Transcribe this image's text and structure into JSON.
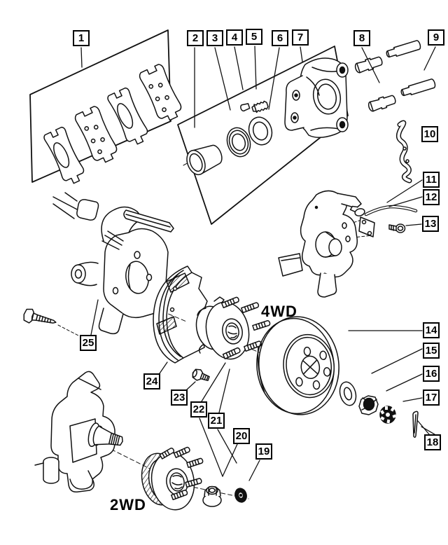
{
  "diagram": {
    "type": "exploded-parts-diagram",
    "subject": "front-disc-brake-hub-and-knuckle",
    "background": "#ffffff",
    "line_color": "#111111",
    "labels": {
      "four_wheel_drive": "4WD",
      "two_wheel_drive": "2WD"
    },
    "callouts": [
      {
        "number": "1"
      },
      {
        "number": "2"
      },
      {
        "number": "3"
      },
      {
        "number": "4"
      },
      {
        "number": "5"
      },
      {
        "number": "6"
      },
      {
        "number": "7"
      },
      {
        "number": "8"
      },
      {
        "number": "9"
      },
      {
        "number": "10"
      },
      {
        "number": "11"
      },
      {
        "number": "12"
      },
      {
        "number": "13"
      },
      {
        "number": "14"
      },
      {
        "number": "15"
      },
      {
        "number": "16"
      },
      {
        "number": "17"
      },
      {
        "number": "18"
      },
      {
        "number": "19"
      },
      {
        "number": "20"
      },
      {
        "number": "21"
      },
      {
        "number": "22"
      },
      {
        "number": "23"
      },
      {
        "number": "24"
      },
      {
        "number": "25"
      }
    ]
  }
}
